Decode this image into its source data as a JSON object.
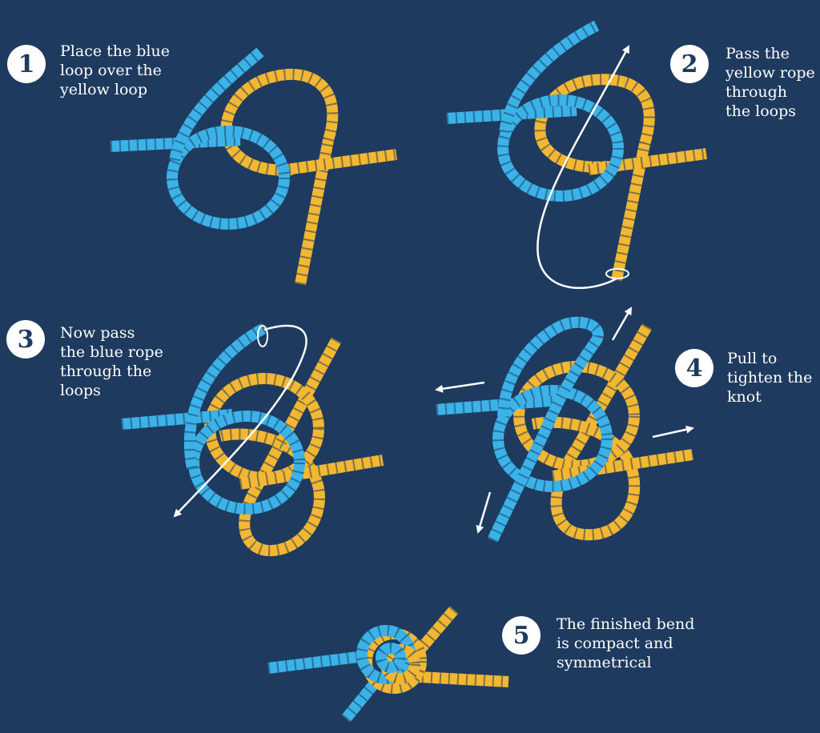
{
  "colors": {
    "background": "#1e3a5f",
    "blue_rope": "#3bb3e8",
    "yellow_rope": "#f4b731",
    "arrow": "#ffffff"
  },
  "steps": [
    {
      "number": "1",
      "text": "Place the blue\nloop over the\nyellow loop"
    },
    {
      "number": "2",
      "text": "Pass the\nyellow rope\nthrough\nthe loops"
    },
    {
      "number": "3",
      "text": "Now pass\nthe blue rope\nthrough the\nloops"
    },
    {
      "number": "4",
      "text": "Pull to\ntighten the\nknot"
    },
    {
      "number": "5",
      "text": "The finished bend\nis compact and\nsymmetrical"
    }
  ]
}
